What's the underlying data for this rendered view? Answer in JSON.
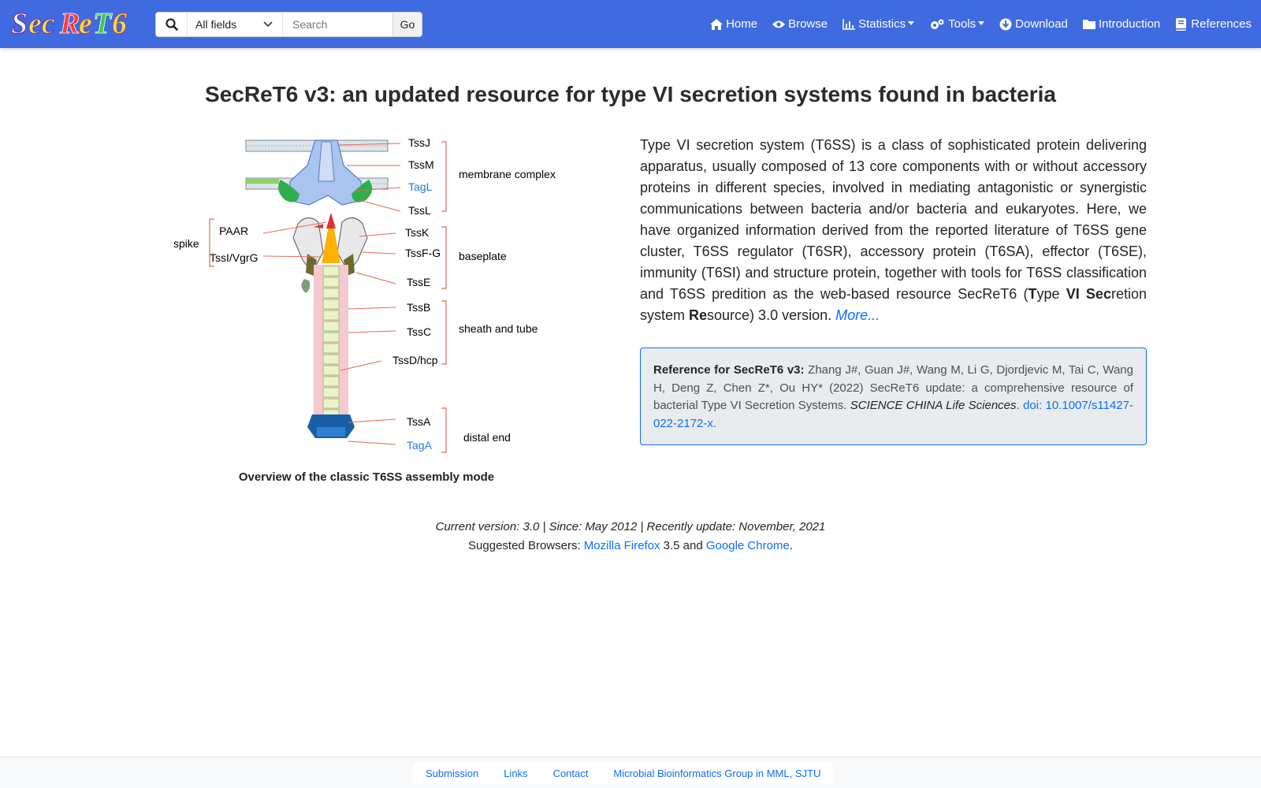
{
  "navbar": {
    "brand": "SecReT6",
    "search": {
      "field_selected": "All fields",
      "placeholder": "Search",
      "go_label": "Go"
    },
    "menu": [
      {
        "label": "Home",
        "icon": "home-icon"
      },
      {
        "label": "Browse",
        "icon": "eye-icon"
      },
      {
        "label": "Statistics",
        "icon": "bar-chart-icon",
        "dropdown": true
      },
      {
        "label": "Tools",
        "icon": "gears-icon",
        "dropdown": true
      },
      {
        "label": "Download",
        "icon": "download-icon"
      },
      {
        "label": "Introduction",
        "icon": "folder-icon"
      },
      {
        "label": "References",
        "icon": "book-icon"
      }
    ],
    "colors": {
      "bar": "#3f6ae0",
      "text": "#ffffff"
    }
  },
  "main": {
    "title": "SecReT6 v3: an updated resource for type VI secretion systems found in bacteria",
    "figure": {
      "caption": "Overview of the classic T6SS assembly mode",
      "labels": {
        "tssj": "TssJ",
        "tssm": "TssM",
        "tagl": "TagL",
        "tssl": "TssL",
        "tssk": "TssK",
        "tssfg": "TssF-G",
        "tsse": "TssE",
        "tssb": "TssB",
        "tssc": "TssC",
        "tssd": "TssD/hcp",
        "tssa": "TssA",
        "taga": "TagA",
        "paar": "PAAR",
        "tssi": "TssI/VgrG",
        "spike": "spike",
        "membrane": "membrane complex",
        "baseplate": "baseplate",
        "sheath": "sheath and tube",
        "distal": "distal end"
      }
    },
    "intro": {
      "text_1": "Type VI secretion system (T6SS) is a class of sophisticated protein delivering apparatus, usually composed of 13 core components with or without accessory proteins in different species, involved in mediating antagonistic or synergistic communications between bacteria and/or bacteria and eukaryotes. Here, we have organized information derived from the reported literature of T6SS gene cluster, T6SS regulator (T6SR), accessory protein (T6SA), effector (T6SE), immunity (T6SI) and structure protein, together with tools for T6SS classification and T6SS predition as the web-based resource SecReT6 (",
      "t": "T",
      "ype": "ype ",
      "vi_sec": "VI Sec",
      "retion": "retion system ",
      "re": "Re",
      "source": "source) 3.0 version. ",
      "more": "More..."
    },
    "reference": {
      "label": "Reference for SecReT6 v3:",
      "authors": " Zhang J#, Guan J#, Wang M, Li G, Djordjevic M, Tai C, Wang H, Deng Z, Chen Z*, Ou HY* (2022) SecReT6 update: a comprehensive resource of bacterial Type VI Secretion Systems. ",
      "journal": "SCIENCE CHINA Life Sciences",
      "dot": ". ",
      "doi": "doi: 10.1007/s11427-022-2172-x."
    },
    "version_line": "Current version: 3.0 | Since: May 2012 | Recently update: November, 2021",
    "browsers": {
      "prefix": "Suggested Browsers: ",
      "firefox": "Mozilla Firefox",
      "middle": " 3.5 and ",
      "chrome": "Google Chrome",
      "suffix": "."
    }
  },
  "footer": {
    "links": [
      "Submission",
      "Links",
      "Contact",
      "Microbial Bioinformatics Group in MML, SJTU"
    ]
  }
}
